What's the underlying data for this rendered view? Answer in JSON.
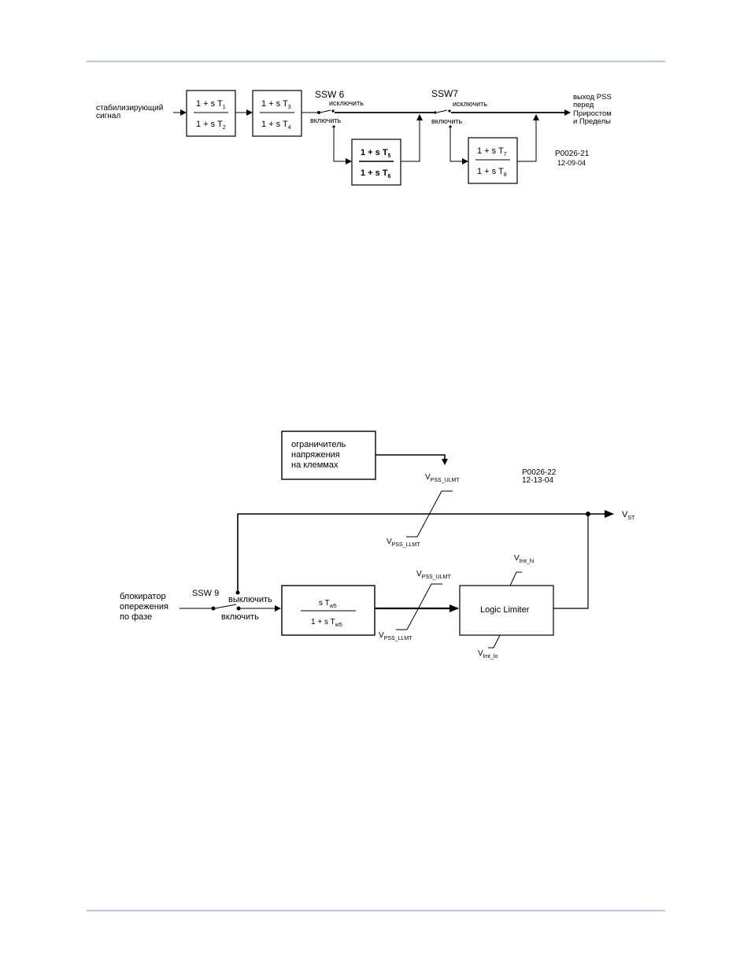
{
  "diagram1": {
    "input_label": [
      "стабилизирующий",
      "сигнал"
    ],
    "block1": {
      "num": "1 + s T",
      "num_sub": "1",
      "den": "1 + s T",
      "den_sub": "2"
    },
    "block2": {
      "num": "1 + s T",
      "num_sub": "3",
      "den": "1 + s T",
      "den_sub": "4"
    },
    "block3": {
      "num": "1 + s T",
      "num_sub": "5",
      "den": "1 + s T",
      "den_sub": "6"
    },
    "block4": {
      "num": "1 + s T",
      "num_sub": "7",
      "den": "1 + s T",
      "den_sub": "8"
    },
    "ssw6": {
      "name": "SSW 6",
      "off_label": "исключить",
      "on_label": "включить"
    },
    "ssw7": {
      "name": "SSW7",
      "off_label": "исключить",
      "on_label": "включить"
    },
    "output_label": [
      "выход PSS",
      "перед",
      "Приростом",
      "и Пределы"
    ],
    "ref": [
      "P0026-21",
      "12-09-04"
    ]
  },
  "diagram2": {
    "limiter_box": [
      "ограничитель",
      "напряжения",
      "на клеммах"
    ],
    "top_ulmt": {
      "main": "V",
      "sub": "PSS_ULMT"
    },
    "top_llmt": {
      "main": "V",
      "sub": "PSS_LLMT"
    },
    "ref": [
      "P0026-22",
      "12-13-04"
    ],
    "vst": {
      "main": "V",
      "sub": "ST"
    },
    "input_label": [
      "блокиратор",
      "опережения",
      "по фазе"
    ],
    "ssw9": {
      "name": "SSW 9",
      "off_label": "выключить",
      "on_label": "включить"
    },
    "washout": {
      "num": "s T",
      "num_sub": "w5",
      "den": "1 + s T",
      "den_sub": "w5"
    },
    "mid_ulmt": {
      "main": "V",
      "sub": "PSS_ULMT"
    },
    "mid_llmt": {
      "main": "V",
      "sub": "PSS_LLMT"
    },
    "logic_limiter": "Logic Limiter",
    "lmt_hi": {
      "main": "V",
      "sub": "lmt_hi"
    },
    "lmt_lo": {
      "main": "V",
      "sub": "lmt_lo"
    }
  }
}
